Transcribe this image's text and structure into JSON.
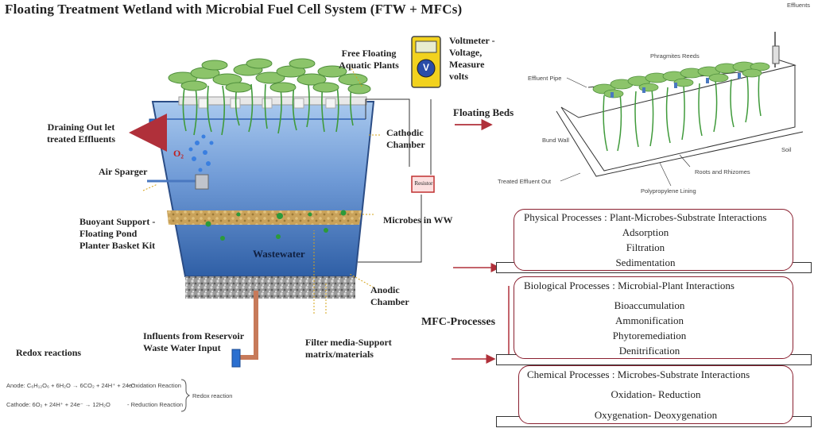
{
  "title": "Floating Treatment Wetland with Microbial Fuel Cell System (FTW + MFCs)",
  "labels": {
    "free_floating": "Free Floating Aquatic Plants",
    "voltmeter": "Voltmeter - Voltage, Measure volts",
    "voltmeter_symbol": "V",
    "draining": "Draining Out let treated Effluents",
    "cathodic": "Cathodic Chamber",
    "o2": "O₂",
    "air_sparger": "Air Sparger",
    "resistor": "Resistor",
    "buoyant": "Buoyant Support - Floating Pond Planter Basket Kit",
    "microbes": "Microbes in WW",
    "wastewater": "Wastewater",
    "anodic": "Anodic Chamber",
    "influents": "Influents from Reservoir Waste Water Input",
    "filter_media": "Filter media-Support matrix/materials"
  },
  "redox": {
    "heading": "Redox reactions",
    "anode": "Anode: C₆H₁₂O₆ + 6H₂O → 6CO₂ + 24H⁺ + 24e⁻",
    "anode_type": "- Oxidation Reaction",
    "cathode": "Cathode: 6O₂ + 24H⁺ + 24e⁻ → 12H₂O",
    "cathode_type": "- Reduction Reaction",
    "brace_label": "Redox reaction"
  },
  "floating_beds": {
    "label": "Floating Beds",
    "effluents": "Effluents",
    "phragmites": "Phragmites Reeds",
    "effluent_pipe": "Effluent Pipe",
    "bund_wall": "Bund Wall",
    "soil": "Soil",
    "treated_out": "Treated Effluent Out",
    "roots": "Roots and Rhizomes",
    "lining": "Polypropylene Lining"
  },
  "mfc_processes": {
    "label": "MFC-Processes",
    "groups": [
      {
        "title": "Physical Processes : Plant-Microbes-Substrate Interactions",
        "items": [
          "Adsorption",
          "Filtration",
          "Sedimentation"
        ]
      },
      {
        "title": "Biological Processes : Microbial-Plant Interactions",
        "items": [
          "Bioaccumulation",
          "Ammonification",
          "Phytoremediation",
          "Denitrification"
        ]
      },
      {
        "title": "Chemical Processes : Microbes-Substrate Interactions",
        "items": [
          "Oxidation- Reduction",
          "Oxygenation- Deoxygenation"
        ]
      }
    ]
  },
  "colors": {
    "water_top": "#8fb7e6",
    "water_bottom": "#2f5fa6",
    "leaf": "#8cc46a",
    "arrow": "#b0303a",
    "box_border": "#8a2030",
    "voltmeter": "#f2d21e"
  }
}
